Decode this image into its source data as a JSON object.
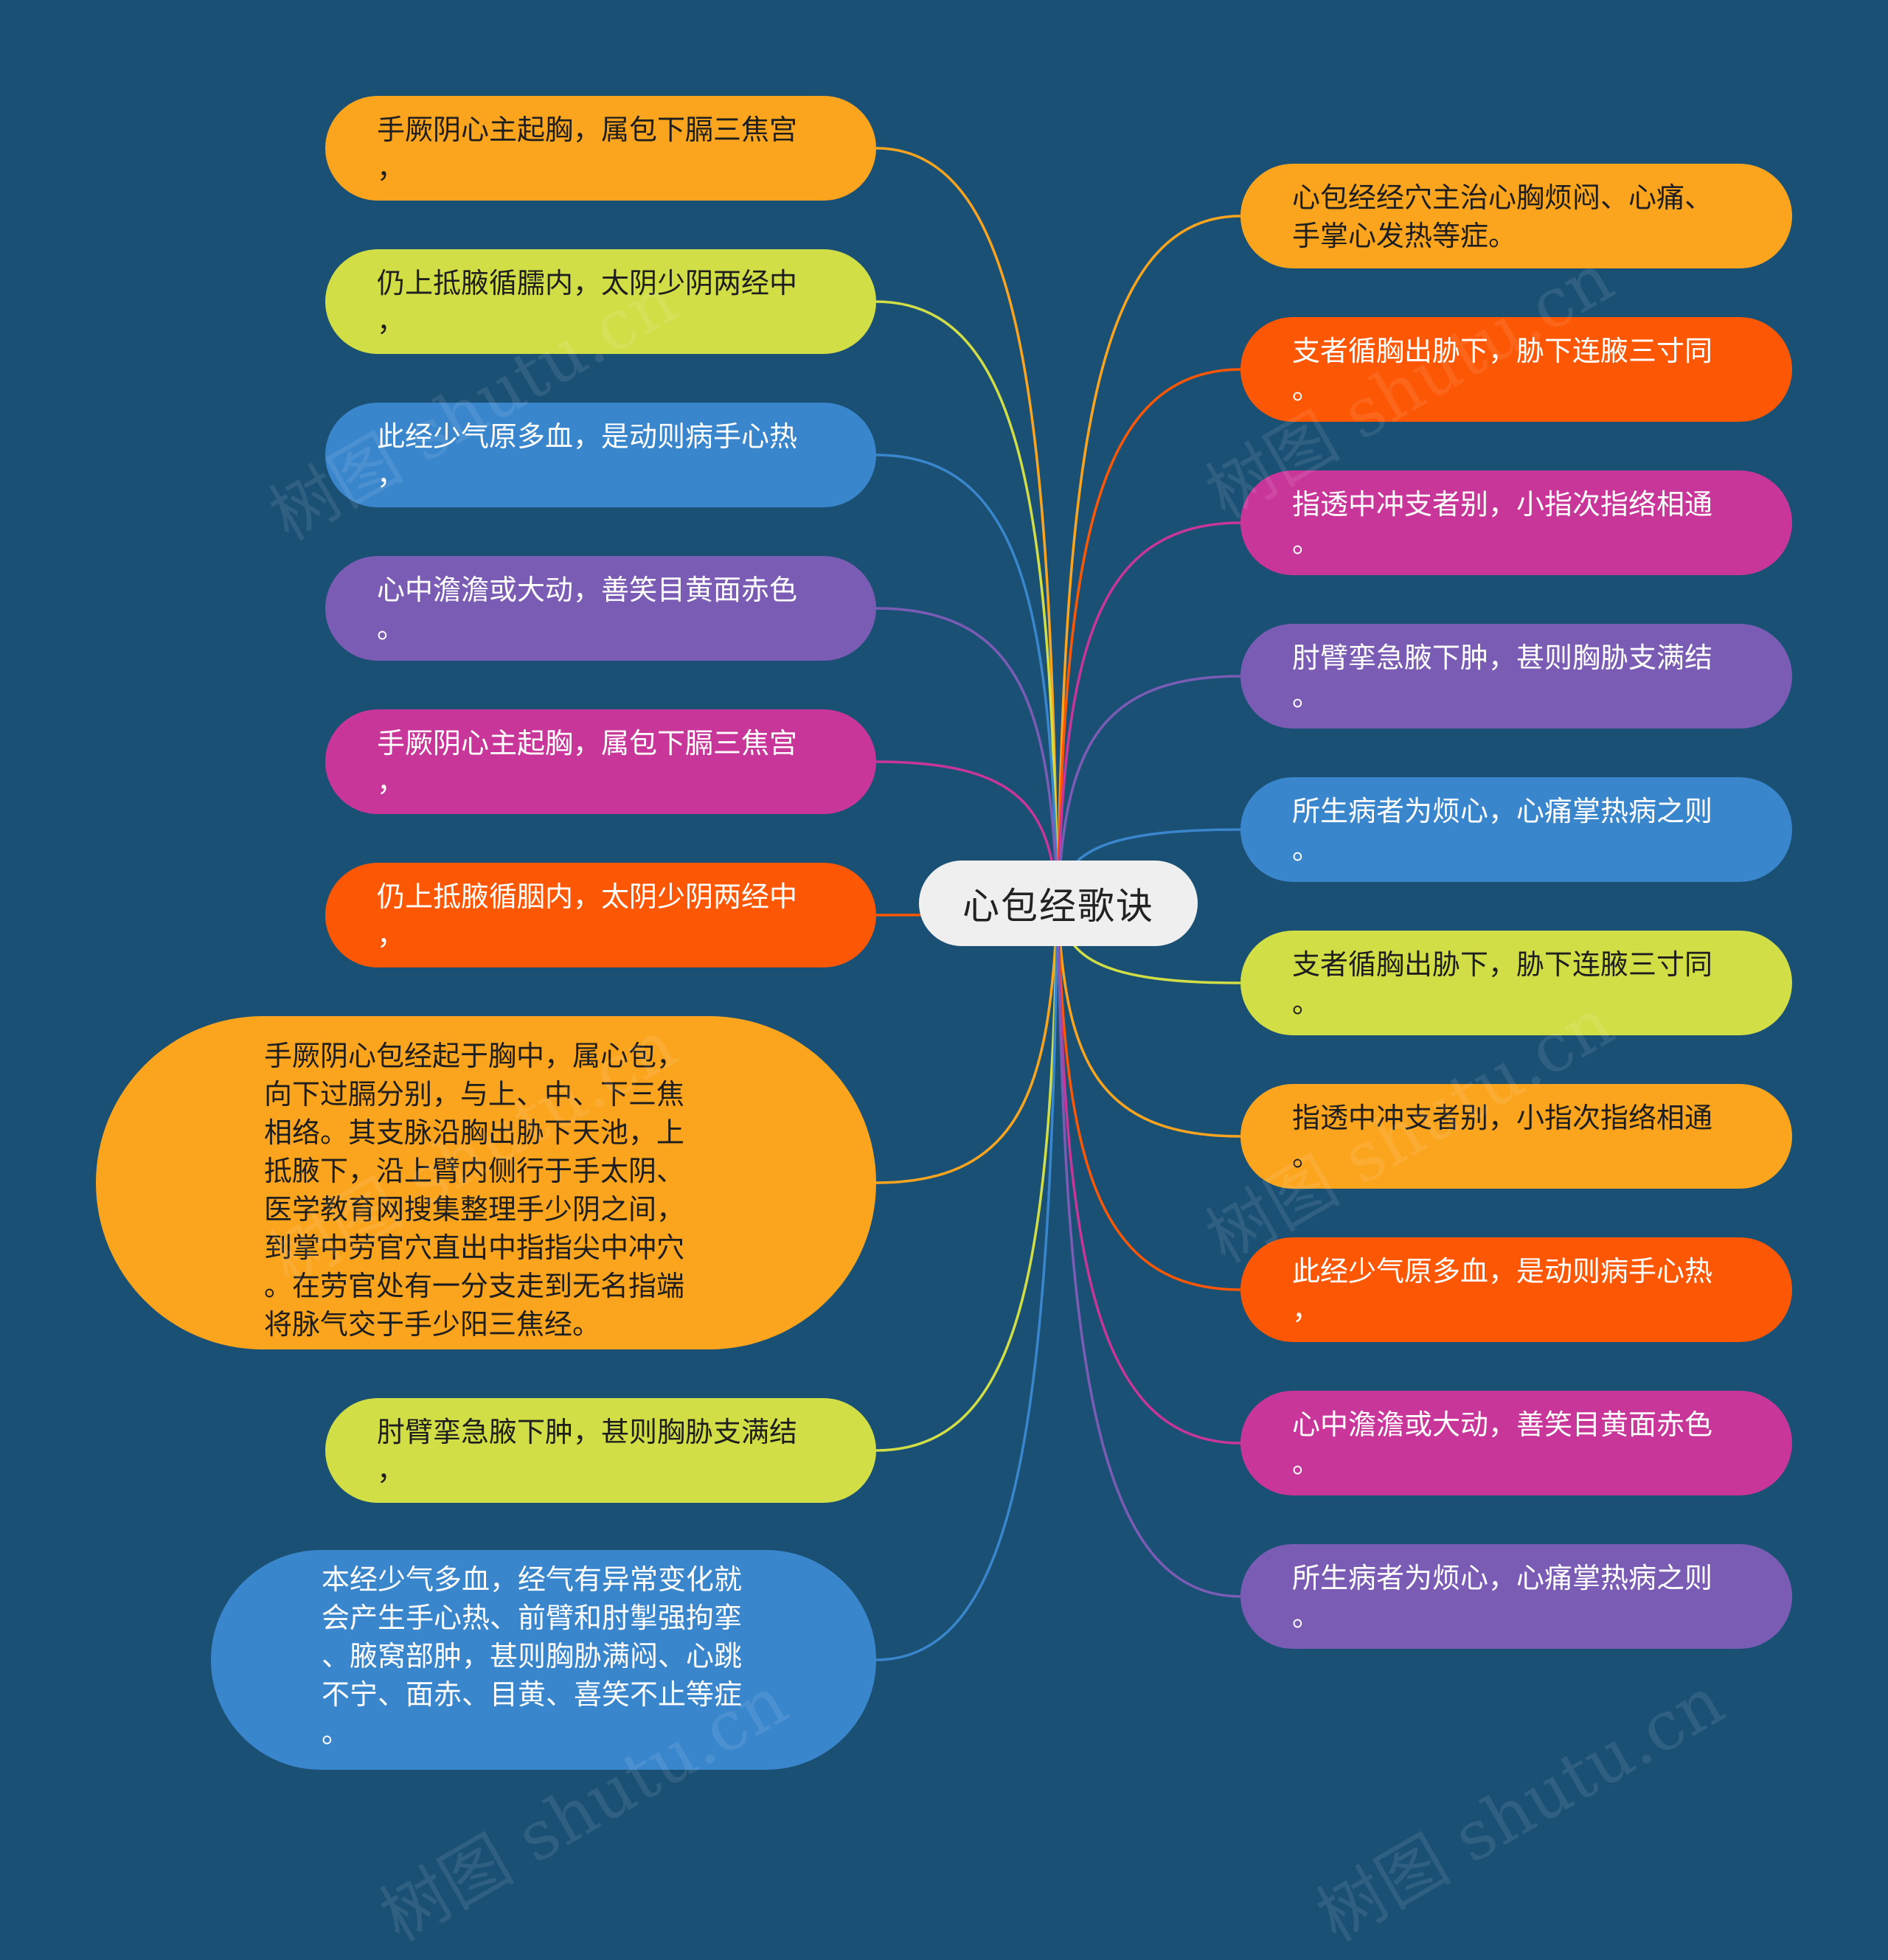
{
  "root": {
    "label": "心包经歌诀"
  },
  "colors": {
    "orange": "#fba51f",
    "lime": "#d1de46",
    "blue": "#3a86cc",
    "purple": "#7b5cb5",
    "magenta": "#c93699",
    "red": "#fc5704",
    "background": "#1b5075"
  },
  "left_nodes": [
    {
      "text": "手厥阴心主起胸，属包下膈三焦宫\n，",
      "color": "orange"
    },
    {
      "text": "仍上抵腋循臑内，太阴少阴两经中\n，",
      "color": "lime"
    },
    {
      "text": "此经少气原多血，是动则病手心热\n，",
      "color": "blue"
    },
    {
      "text": "心中澹澹或大动，善笑目黄面赤色\n。",
      "color": "purple"
    },
    {
      "text": "手厥阴心主起胸，属包下膈三焦宫\n，",
      "color": "magenta"
    },
    {
      "text": "仍上抵腋循胭内，太阴少阴两经中\n，",
      "color": "red"
    },
    {
      "text": "手厥阴心包经起于胸中，属心包，\n向下过膈分别，与上、中、下三焦\n相络。其支脉沿胸出胁下天池，上\n抵腋下，沿上臂内侧行于手太阴、\n医学教育网搜集整理手少阴之间，\n到掌中劳官穴直出中指指尖中冲穴\n。在劳官处有一分支走到无名指端\n将脉气交于手少阳三焦经。",
      "color": "orange"
    },
    {
      "text": "肘臂挛急腋下肿，甚则胸胁支满结\n，",
      "color": "lime"
    },
    {
      "text": "本经少气多血，经气有异常变化就\n会产生手心热、前臂和肘掣强拘挛\n、腋窝部肿，甚则胸胁满闷、心跳\n不宁、面赤、目黄、喜笑不止等症\n。",
      "color": "blue"
    }
  ],
  "right_nodes": [
    {
      "text": "心包经经穴主治心胸烦闷、心痛、\n手掌心发热等症。",
      "color": "orange"
    },
    {
      "text": "支者循胸出胁下，胁下连腋三寸同\n。",
      "color": "red"
    },
    {
      "text": "指透中冲支者别，小指次指络相通\n。",
      "color": "magenta"
    },
    {
      "text": "肘臂挛急腋下肿，甚则胸胁支满结\n。",
      "color": "purple"
    },
    {
      "text": "所生病者为烦心，心痛掌热病之则\n。",
      "color": "blue"
    },
    {
      "text": "支者循胸出胁下，胁下连腋三寸同\n。",
      "color": "lime"
    },
    {
      "text": "指透中冲支者别，小指次指络相通\n。",
      "color": "orange"
    },
    {
      "text": "此经少气原多血，是动则病手心热\n，",
      "color": "red"
    },
    {
      "text": "心中澹澹或大动，善笑目黄面赤色\n。",
      "color": "magenta"
    },
    {
      "text": "所生病者为烦心，心痛掌热病之则\n。",
      "color": "purple"
    }
  ],
  "watermark": {
    "text": "树图 shutu.cn"
  }
}
